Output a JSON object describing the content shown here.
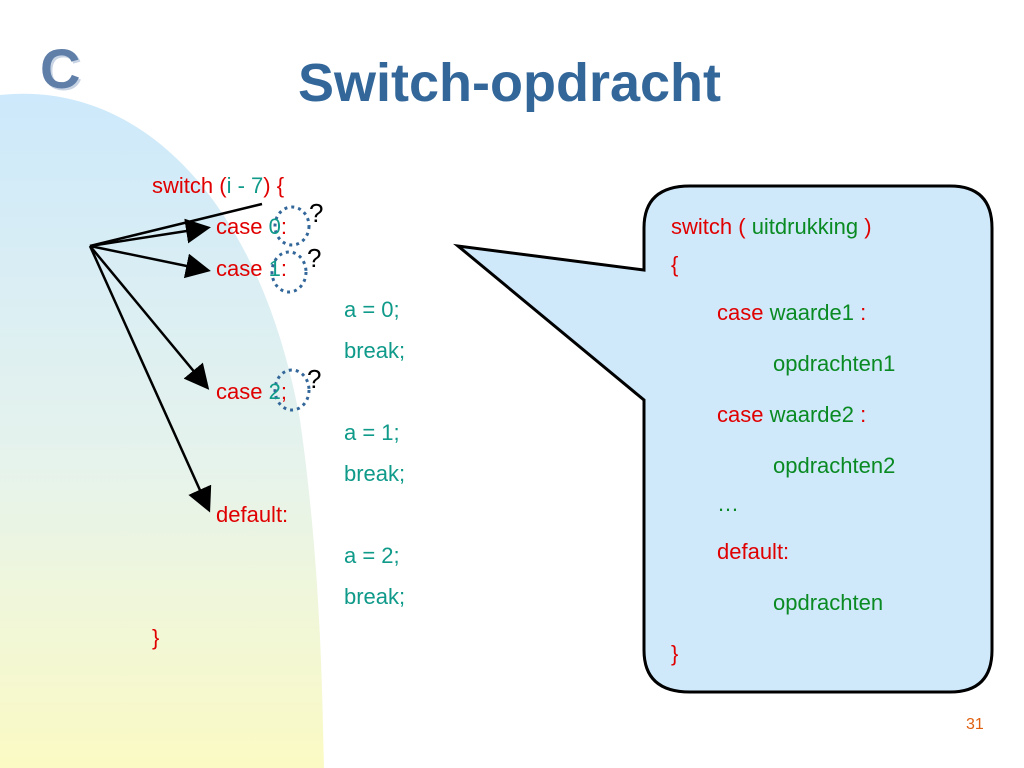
{
  "slide": {
    "logo": "C",
    "title": "Switch-opdracht",
    "page_number": "31"
  },
  "left_code": {
    "switch_kw": "switch (",
    "expr": "i - 7",
    "switch_close": ") {",
    "case0_kw": "case",
    "case0_val": "0",
    "case0_colon": ":",
    "case1_kw": "case",
    "case1_val": "1",
    "case1_colon": ":",
    "stmt1": "a = 0;",
    "break1": "break;",
    "case2_kw": "case",
    "case2_val": "2",
    "case2_colon": ";",
    "stmt2": "a = 1;",
    "break2": "break;",
    "default_kw": "default:",
    "stmt3": "a = 2;",
    "break3": "break;",
    "close": "}",
    "question_mark": "?"
  },
  "callout": {
    "line1_kw": "switch (",
    "line1_expr": "uitdrukking",
    "line1_close": ")",
    "open_brace": "{",
    "case1_kw": "case",
    "case1_val": "waarde1",
    "case1_colon": ":",
    "body1": "opdrachten1",
    "case2_kw": "case",
    "case2_val": "waarde2",
    "case2_colon": ":",
    "body2": "opdrachten2",
    "ellipsis": "…",
    "default_kw": "default:",
    "body3": "opdrachten",
    "close_brace": "}"
  },
  "colors": {
    "title": "#33679a",
    "keyword": "#e00000",
    "value": "#0f9a8a",
    "callout_fill": "#cfe9fb"
  }
}
